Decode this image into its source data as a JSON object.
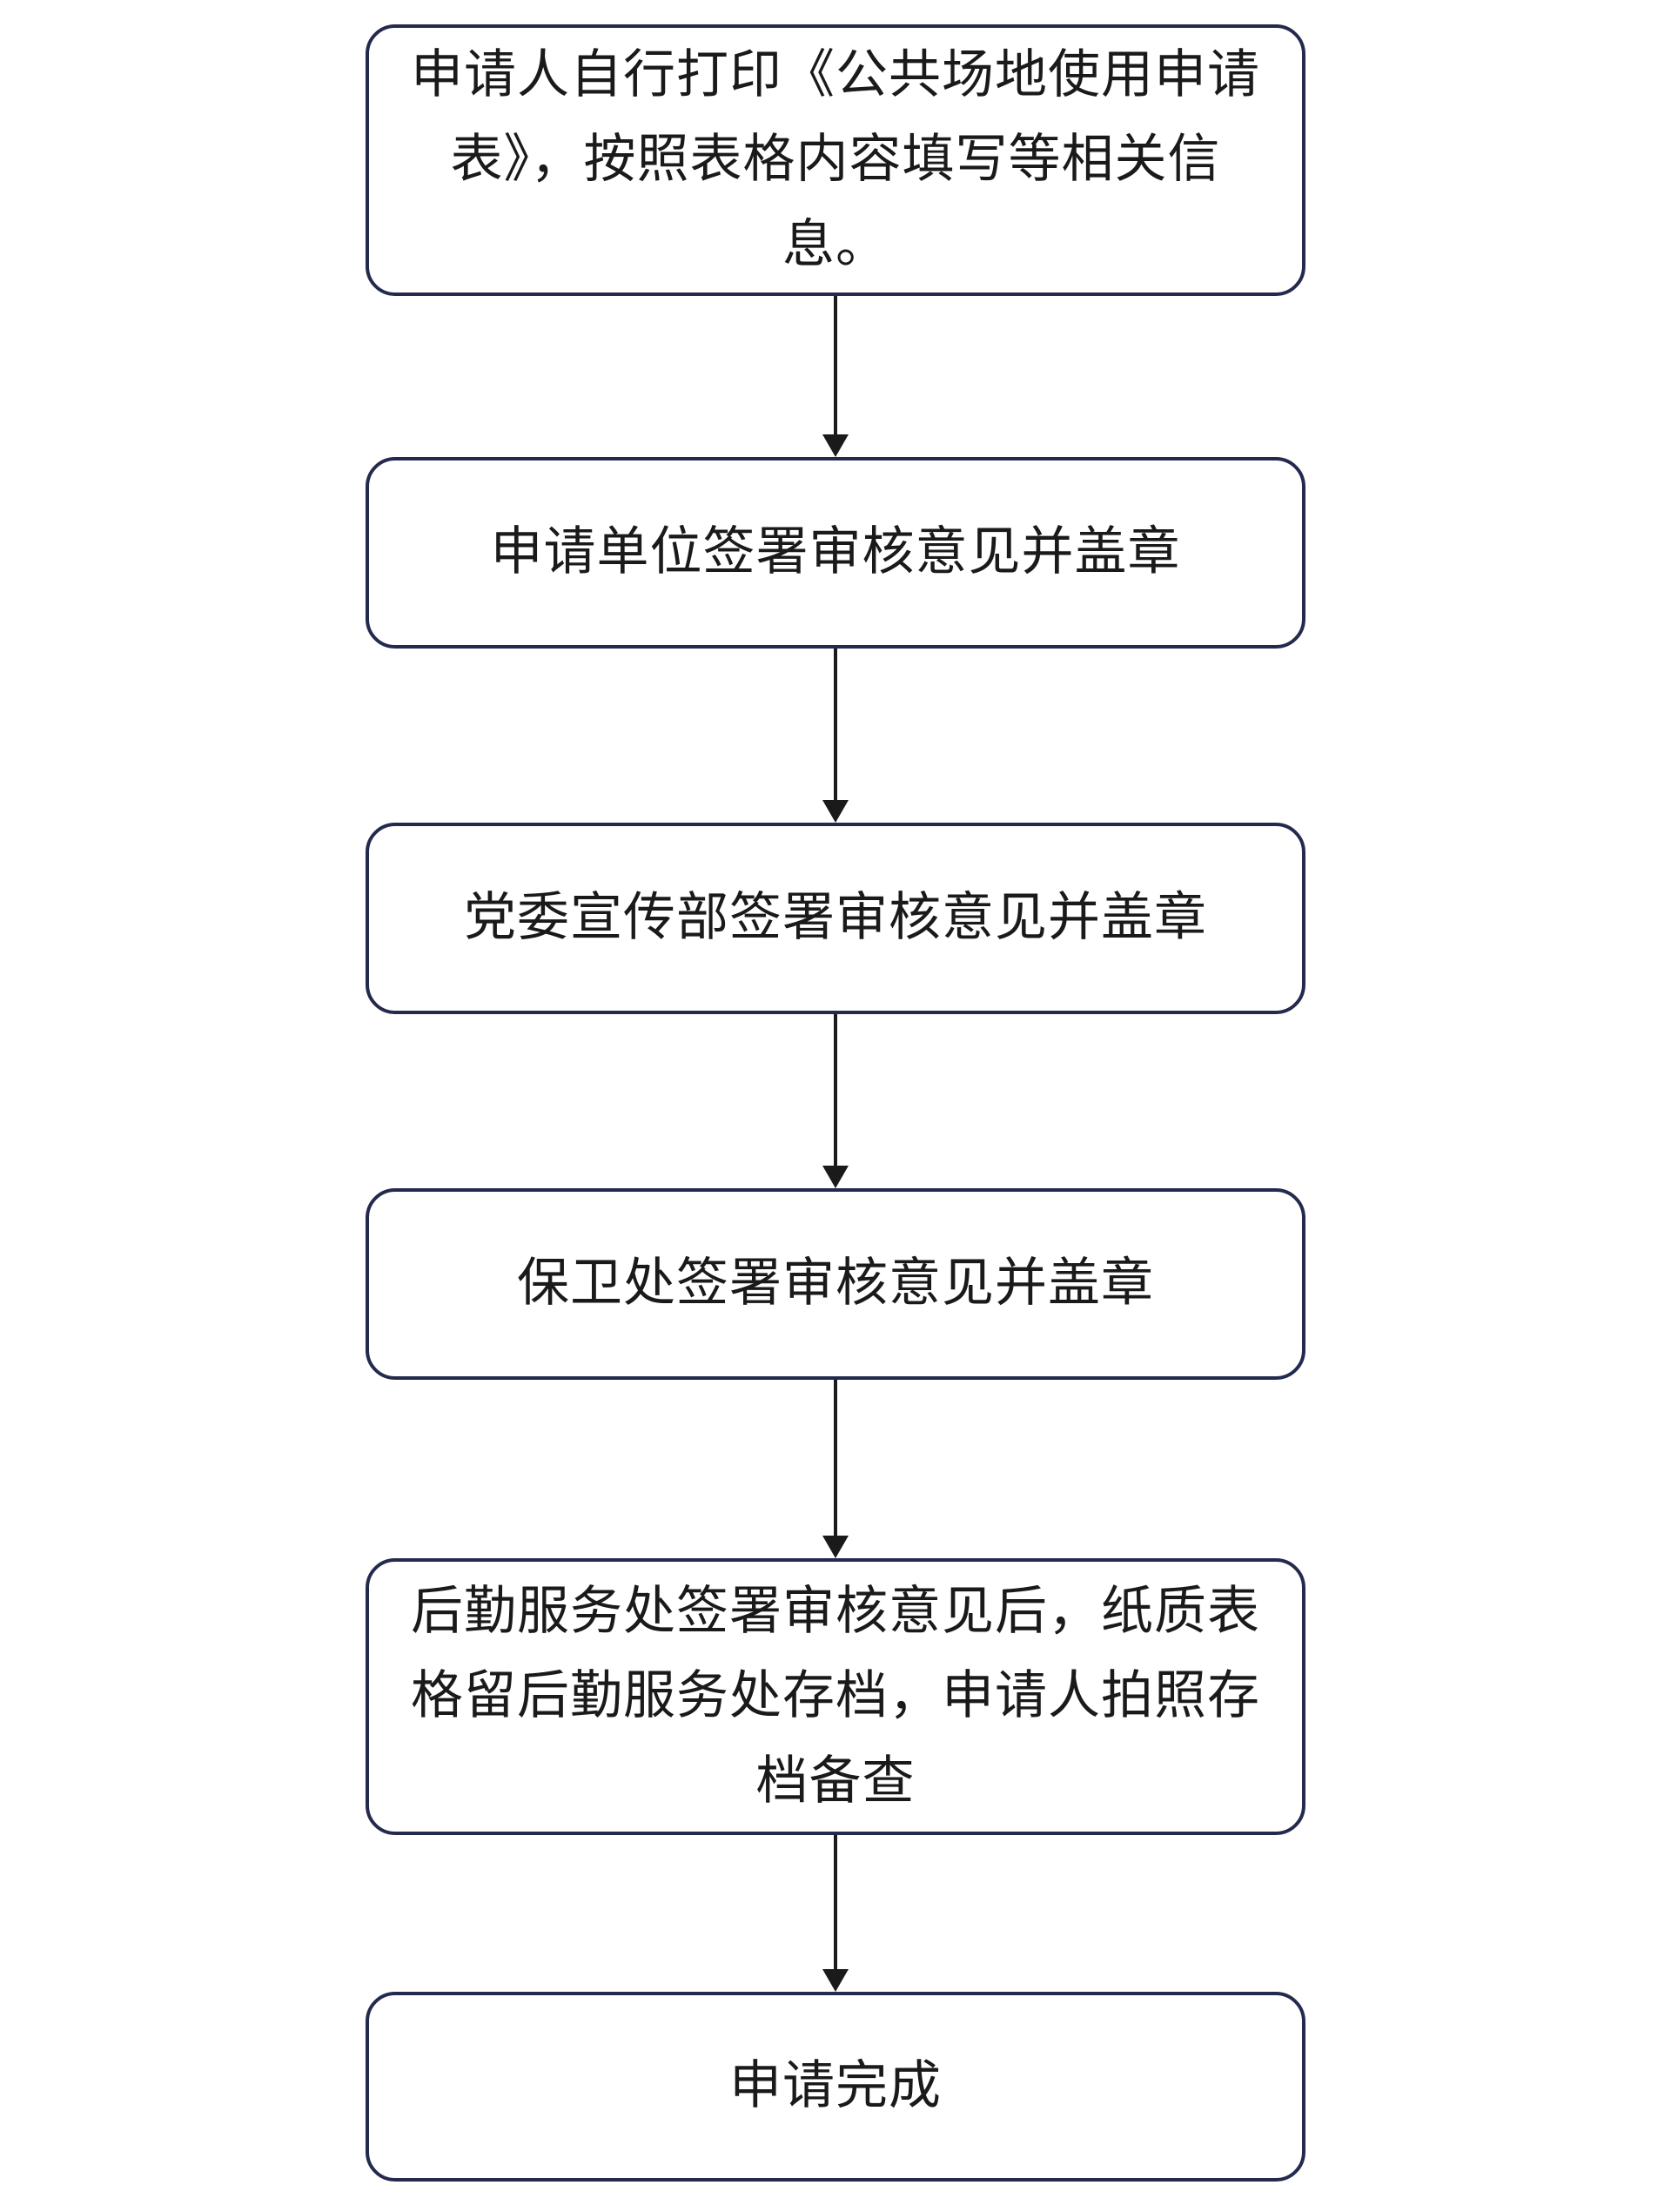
{
  "diagram": {
    "type": "flowchart",
    "direction": "top-down",
    "colors": {
      "border": "#232a4d",
      "arrow": "#1a1a1a",
      "text": "#1a1a1a",
      "bg": "#ffffff"
    },
    "nodes": [
      {
        "id": "step-1",
        "label": "申请人自行打印《公共场地使用申请表》，按照表格内容填写等相关信息。"
      },
      {
        "id": "step-2",
        "label": "申请单位签署审核意见并盖章"
      },
      {
        "id": "step-3",
        "label": "党委宣传部签署审核意见并盖章"
      },
      {
        "id": "step-4",
        "label": "保卫处签署审核意见并盖章"
      },
      {
        "id": "step-5",
        "label": "后勤服务处签署审核意见后，纸质表格留后勤服务处存档，申请人拍照存档备查"
      },
      {
        "id": "step-6",
        "label": "申请完成"
      }
    ],
    "edges": [
      {
        "from": "step-1",
        "to": "step-2"
      },
      {
        "from": "step-2",
        "to": "step-3"
      },
      {
        "from": "step-3",
        "to": "step-4"
      },
      {
        "from": "step-4",
        "to": "step-5"
      },
      {
        "from": "step-5",
        "to": "step-6"
      }
    ]
  }
}
